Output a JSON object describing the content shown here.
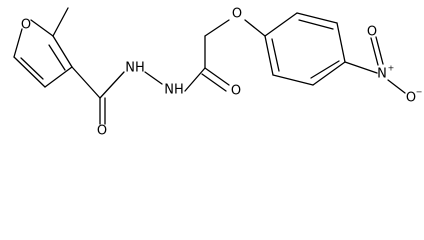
{
  "molecule": {
    "atoms": {
      "furan_o": "O",
      "nh_left": "NH",
      "nh_right": "NH",
      "amide_o_left": "O",
      "amide_o_right": "O",
      "ether_o": "O",
      "nitro_n": "N",
      "nitro_n_charge": "+",
      "nitro_o_top": "O",
      "nitro_o_right": "O",
      "nitro_o_charge": "−"
    }
  }
}
